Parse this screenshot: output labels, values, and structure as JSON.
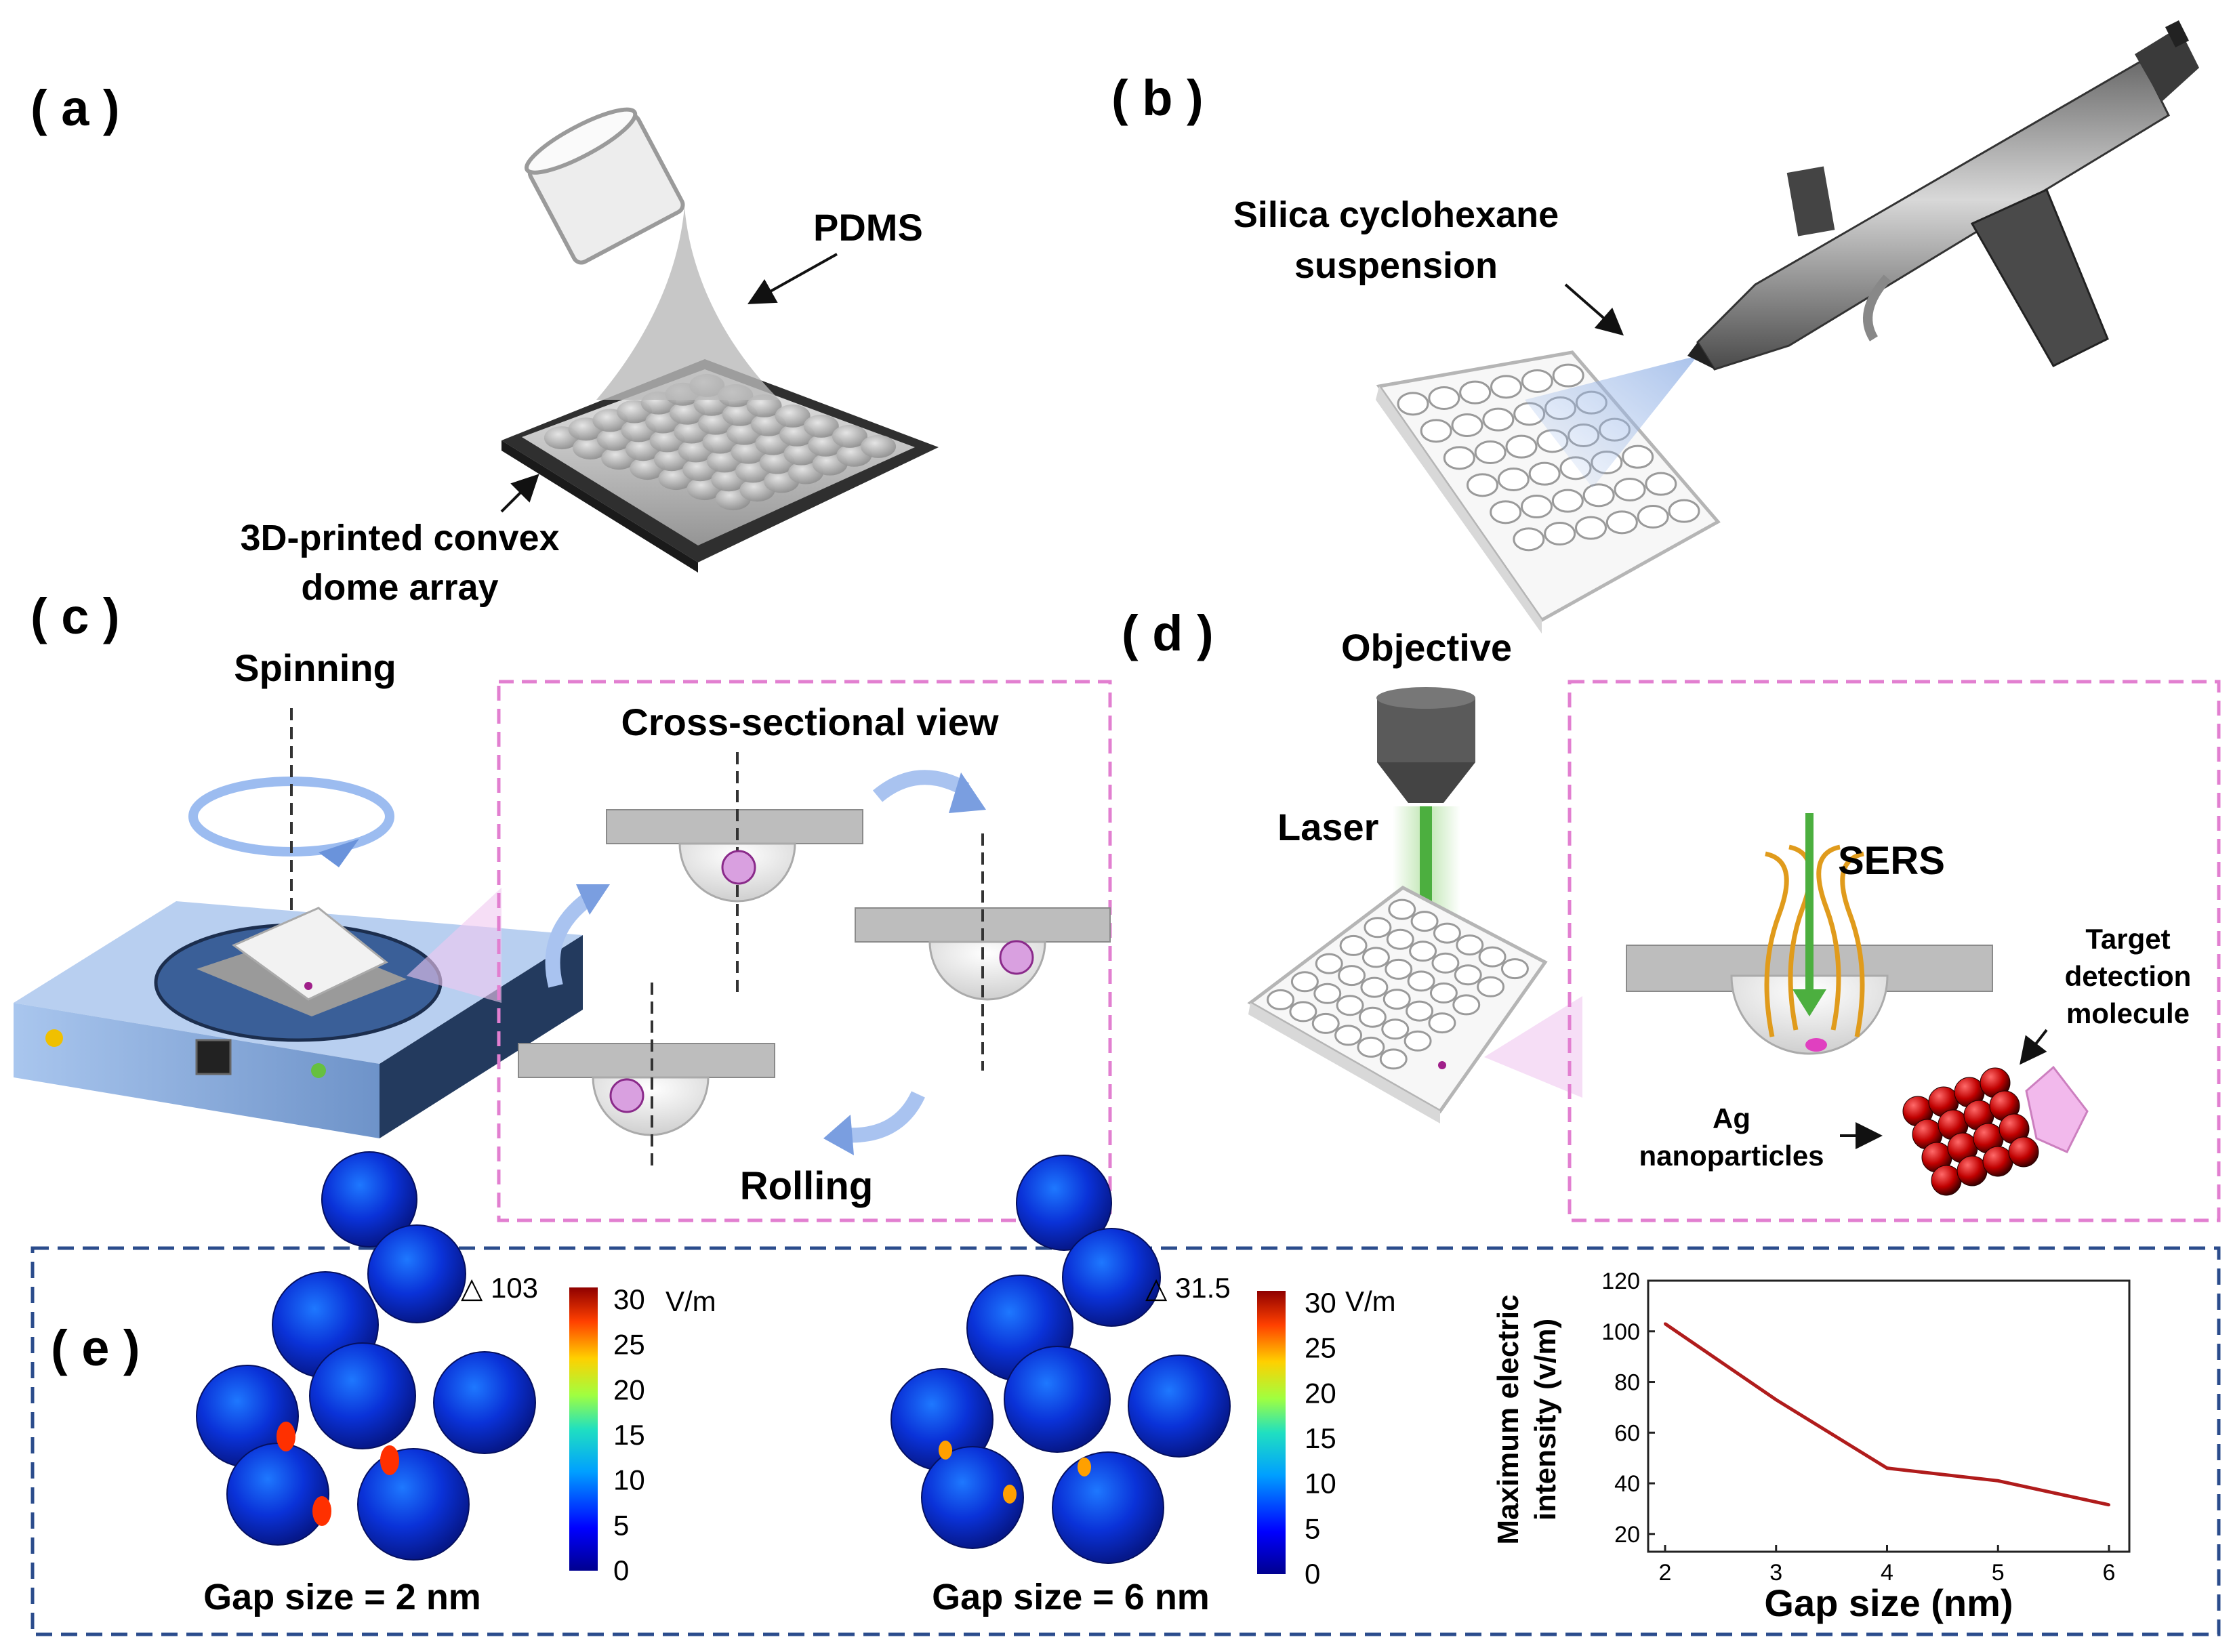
{
  "panels": {
    "a": {
      "label": "( a )",
      "pdms": "PDMS",
      "substrate_line1": "3D-printed convex",
      "substrate_line2": "dome array"
    },
    "b": {
      "label": "( b )",
      "suspension_line1": "Silica cyclohexane",
      "suspension_line2": "suspension"
    },
    "c": {
      "label": "( c )",
      "spinning": "Spinning",
      "cross_section": "Cross-sectional view",
      "rolling": "Rolling"
    },
    "d": {
      "label": "( d )",
      "objective": "Objective",
      "laser": "Laser",
      "sers": "SERS",
      "target_line1": "Target",
      "target_line2": "detection",
      "target_line3": "molecule",
      "ag_line1": "Ag",
      "ag_line2": "nanoparticles"
    },
    "e": {
      "label": "( e )",
      "sim1": {
        "max_label": "△ 103",
        "caption": "Gap size = 2 nm",
        "unit": "V/m",
        "ticks": [
          "30",
          "25",
          "20",
          "15",
          "10",
          "5",
          "0"
        ]
      },
      "sim2": {
        "max_label": "△ 31.5",
        "caption": "Gap size = 6 nm",
        "unit": "V/m",
        "ticks": [
          "30",
          "25",
          "20",
          "15",
          "10",
          "5",
          "0"
        ]
      }
    }
  },
  "colors": {
    "dashed_pink": "#e27fd0",
    "dashed_blue": "#2b4c8c",
    "line_red": "#b01c1c",
    "laser_green": "#4caf3f",
    "sers_orange": "#e09b1c"
  },
  "chart_data": {
    "type": "line",
    "xlabel": "Gap size (nm)",
    "ylabel_line1": "Maximum electric",
    "ylabel_line2": "intensity (v/m)",
    "xlim": [
      2,
      6
    ],
    "ylim": [
      13,
      120
    ],
    "xticks": [
      2,
      3,
      4,
      5,
      6
    ],
    "yticks": [
      20,
      40,
      60,
      80,
      100,
      120
    ],
    "x": [
      2,
      3,
      4,
      5,
      6
    ],
    "y": [
      103,
      73,
      46,
      41,
      31.5
    ]
  }
}
